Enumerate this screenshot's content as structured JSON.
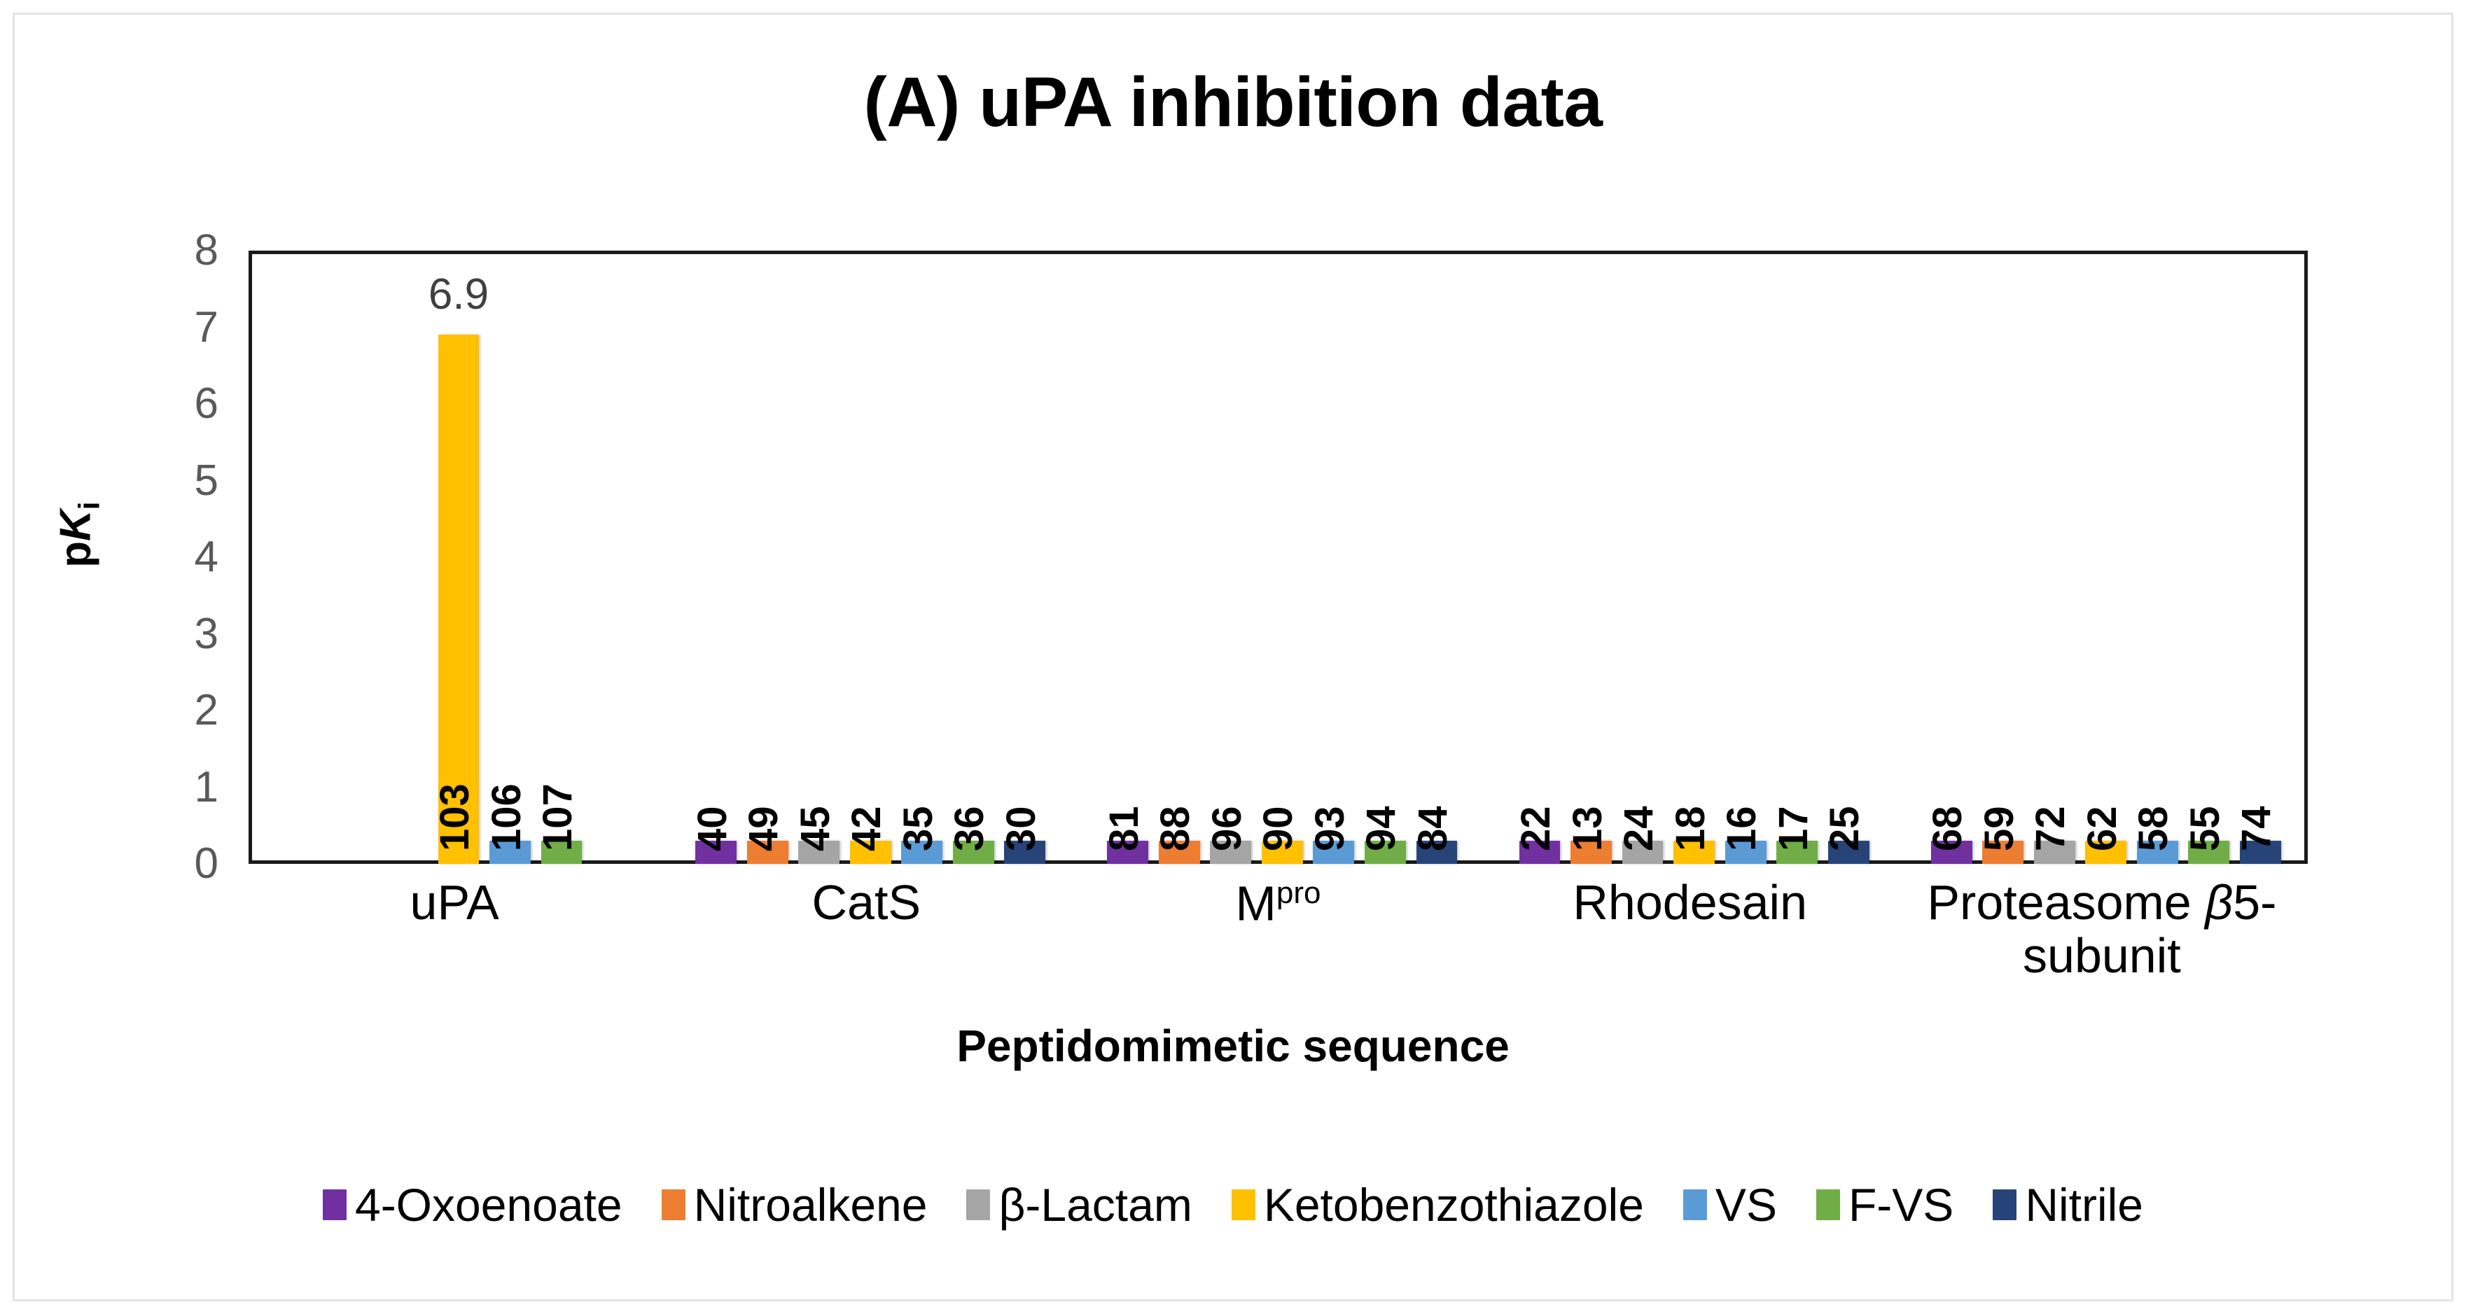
{
  "figure": {
    "title": "(A) uPA inhibition data",
    "x_axis_title": "Peptidomimetic sequence",
    "y_axis_title_main": "pK",
    "y_axis_title_italic": "K",
    "y_axis_title_prefix": "p",
    "y_axis_title_sub": "i"
  },
  "legend": {
    "items": [
      {
        "label": "4-Oxoenoate",
        "color": "#7030A0"
      },
      {
        "label": "Nitroalkene",
        "color": "#ED7D31"
      },
      {
        "label": "β-Lactam",
        "color": "#A5A5A5"
      },
      {
        "label": "Ketobenzothiazole",
        "color": "#FFC000"
      },
      {
        "label": "VS",
        "color": "#5B9BD5"
      },
      {
        "label": "F-VS",
        "color": "#70AD47"
      },
      {
        "label": "Nitrile",
        "color": "#264478"
      }
    ]
  },
  "chart_data": {
    "type": "bar",
    "title": "(A) uPA inhibition data",
    "xlabel": "Peptidomimetic sequence",
    "ylabel": "pKi",
    "ylim": [
      0,
      8
    ],
    "yticks": [
      "0",
      "1",
      "2",
      "3",
      "4",
      "5",
      "6",
      "7",
      "8"
    ],
    "grid": false,
    "legend_position": "bottom",
    "series_names": [
      "4-Oxoenoate",
      "Nitroalkene",
      "β-Lactam",
      "Ketobenzothiazole",
      "VS",
      "F-VS",
      "Nitrile"
    ],
    "series_colors": [
      "#7030A0",
      "#ED7D31",
      "#A5A5A5",
      "#FFC000",
      "#5B9BD5",
      "#70AD47",
      "#264478"
    ],
    "categories": [
      "uPA",
      "CatS",
      "Mpro",
      "Rhodesain",
      "Proteasome β5-subunit"
    ],
    "category_labels_html": [
      {
        "main": "uPA",
        "sup": "",
        "tail": ""
      },
      {
        "main": "CatS",
        "sup": "",
        "tail": ""
      },
      {
        "main": "M",
        "sup": "pro",
        "tail": ""
      },
      {
        "main": "Rhodesain",
        "sup": "",
        "tail": ""
      },
      {
        "main": "Proteasome ",
        "sup": "",
        "tail": "β5-subunit"
      }
    ],
    "groups": [
      {
        "category": "uPA",
        "bars": [
          {
            "sequence": "103",
            "series": "Ketobenzothiazole",
            "color": "#FFC000",
            "value": 6.9,
            "top_label": "6.9"
          },
          {
            "sequence": "106",
            "series": "VS",
            "color": "#5B9BD5",
            "value": 0.3,
            "top_label": ""
          },
          {
            "sequence": "107",
            "series": "F-VS",
            "color": "#70AD47",
            "value": 0.3,
            "top_label": ""
          }
        ]
      },
      {
        "category": "CatS",
        "bars": [
          {
            "sequence": "40",
            "series": "4-Oxoenoate",
            "color": "#7030A0",
            "value": 0.3,
            "top_label": ""
          },
          {
            "sequence": "49",
            "series": "Nitroalkene",
            "color": "#ED7D31",
            "value": 0.3,
            "top_label": ""
          },
          {
            "sequence": "45",
            "series": "β-Lactam",
            "color": "#A5A5A5",
            "value": 0.3,
            "top_label": ""
          },
          {
            "sequence": "42",
            "series": "Ketobenzothiazole",
            "color": "#FFC000",
            "value": 0.3,
            "top_label": ""
          },
          {
            "sequence": "35",
            "series": "VS",
            "color": "#5B9BD5",
            "value": 0.3,
            "top_label": ""
          },
          {
            "sequence": "36",
            "series": "F-VS",
            "color": "#70AD47",
            "value": 0.3,
            "top_label": ""
          },
          {
            "sequence": "30",
            "series": "Nitrile",
            "color": "#264478",
            "value": 0.3,
            "top_label": ""
          }
        ]
      },
      {
        "category": "Mpro",
        "bars": [
          {
            "sequence": "81",
            "series": "4-Oxoenoate",
            "color": "#7030A0",
            "value": 0.3,
            "top_label": ""
          },
          {
            "sequence": "88",
            "series": "Nitroalkene",
            "color": "#ED7D31",
            "value": 0.3,
            "top_label": ""
          },
          {
            "sequence": "96",
            "series": "β-Lactam",
            "color": "#A5A5A5",
            "value": 0.3,
            "top_label": ""
          },
          {
            "sequence": "90",
            "series": "Ketobenzothiazole",
            "color": "#FFC000",
            "value": 0.3,
            "top_label": ""
          },
          {
            "sequence": "93",
            "series": "VS",
            "color": "#5B9BD5",
            "value": 0.3,
            "top_label": ""
          },
          {
            "sequence": "94",
            "series": "F-VS",
            "color": "#70AD47",
            "value": 0.3,
            "top_label": ""
          },
          {
            "sequence": "84",
            "series": "Nitrile",
            "color": "#264478",
            "value": 0.3,
            "top_label": ""
          }
        ]
      },
      {
        "category": "Rhodesain",
        "bars": [
          {
            "sequence": "22",
            "series": "4-Oxoenoate",
            "color": "#7030A0",
            "value": 0.3,
            "top_label": ""
          },
          {
            "sequence": "13",
            "series": "Nitroalkene",
            "color": "#ED7D31",
            "value": 0.3,
            "top_label": ""
          },
          {
            "sequence": "24",
            "series": "β-Lactam",
            "color": "#A5A5A5",
            "value": 0.3,
            "top_label": ""
          },
          {
            "sequence": "18",
            "series": "Ketobenzothiazole",
            "color": "#FFC000",
            "value": 0.3,
            "top_label": ""
          },
          {
            "sequence": "16",
            "series": "VS",
            "color": "#5B9BD5",
            "value": 0.3,
            "top_label": ""
          },
          {
            "sequence": "17",
            "series": "F-VS",
            "color": "#70AD47",
            "value": 0.3,
            "top_label": ""
          },
          {
            "sequence": "25",
            "series": "Nitrile",
            "color": "#264478",
            "value": 0.3,
            "top_label": ""
          }
        ]
      },
      {
        "category": "Proteasome β5-subunit",
        "bars": [
          {
            "sequence": "68",
            "series": "4-Oxoenoate",
            "color": "#7030A0",
            "value": 0.3,
            "top_label": ""
          },
          {
            "sequence": "59",
            "series": "Nitroalkene",
            "color": "#ED7D31",
            "value": 0.3,
            "top_label": ""
          },
          {
            "sequence": "72",
            "series": "β-Lactam",
            "color": "#A5A5A5",
            "value": 0.3,
            "top_label": ""
          },
          {
            "sequence": "62",
            "series": "Ketobenzothiazole",
            "color": "#FFC000",
            "value": 0.3,
            "top_label": ""
          },
          {
            "sequence": "58",
            "series": "VS",
            "color": "#5B9BD5",
            "value": 0.3,
            "top_label": ""
          },
          {
            "sequence": "55",
            "series": "F-VS",
            "color": "#70AD47",
            "value": 0.3,
            "top_label": ""
          },
          {
            "sequence": "74",
            "series": "Nitrile",
            "color": "#264478",
            "value": 0.3,
            "top_label": ""
          }
        ]
      }
    ]
  }
}
